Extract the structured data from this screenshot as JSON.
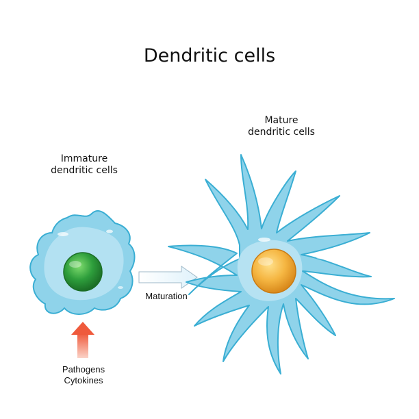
{
  "title": "Dendritic cells",
  "immature_cell": {
    "label_lines": [
      "Immature",
      "dendritic cells"
    ],
    "nucleus_color": "#2e9e3c"
  },
  "mature_cell": {
    "label_lines": [
      "Mature",
      "dendritic cells"
    ],
    "nucleus_color": "#f5b642"
  },
  "maturation_arrow": {
    "label": "Maturation"
  },
  "stimulus_arrow": {
    "label_lines": [
      "Pathogens",
      "Cytokines"
    ],
    "color": "#ef5a3c"
  },
  "cell_colors": {
    "membrane_fill": "#8fd3ea",
    "membrane_stroke": "#3aaed3",
    "cytoplasm": "#bfe6f4"
  }
}
